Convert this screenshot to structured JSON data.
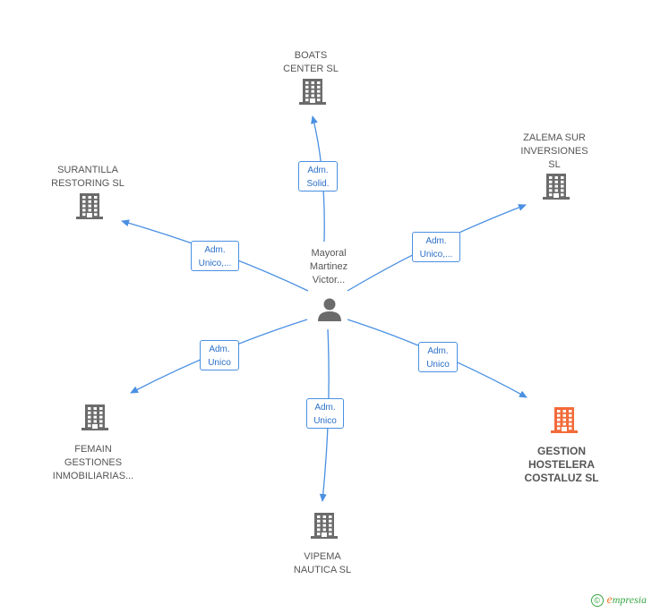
{
  "center": {
    "label": "Mayoral\nMartinez\nVictor...",
    "icon": "person-icon"
  },
  "nodes": [
    {
      "id": "boats",
      "label": "BOATS\nCENTER SL",
      "icon": "building-icon",
      "color": "#6b6b6b",
      "relation": "Adm.\nSolid.",
      "focus": false
    },
    {
      "id": "zalema",
      "label": "ZALEMA SUR\nINVERSIONES\nSL",
      "icon": "building-icon",
      "color": "#6b6b6b",
      "relation": "Adm.\nUnico,...",
      "focus": false
    },
    {
      "id": "gestion",
      "label": "GESTION\nHOSTELERA\nCOSTALUZ SL",
      "icon": "building-icon",
      "color": "#f26b3a",
      "relation": "Adm.\nUnico",
      "focus": true
    },
    {
      "id": "vipema",
      "label": "VIPEMA\nNAUTICA SL",
      "icon": "building-icon",
      "color": "#6b6b6b",
      "relation": "Adm.\nUnico",
      "focus": false
    },
    {
      "id": "femain",
      "label": "FEMAIN\nGESTIONES\nINMOBILIARIAS...",
      "icon": "building-icon",
      "color": "#6b6b6b",
      "relation": "Adm.\nUnico",
      "focus": false
    },
    {
      "id": "surantilla",
      "label": "SURANTILLA\nRESTORING SL",
      "icon": "building-icon",
      "color": "#6b6b6b",
      "relation": "Adm.\nUnico,...",
      "focus": false
    }
  ],
  "colors": {
    "edge": "#4a90e2",
    "node": "#6b6b6b",
    "focus": "#f26b3a"
  },
  "footer": {
    "copyright": "©",
    "brand_initial": "e",
    "brand_rest": "mpresia"
  }
}
